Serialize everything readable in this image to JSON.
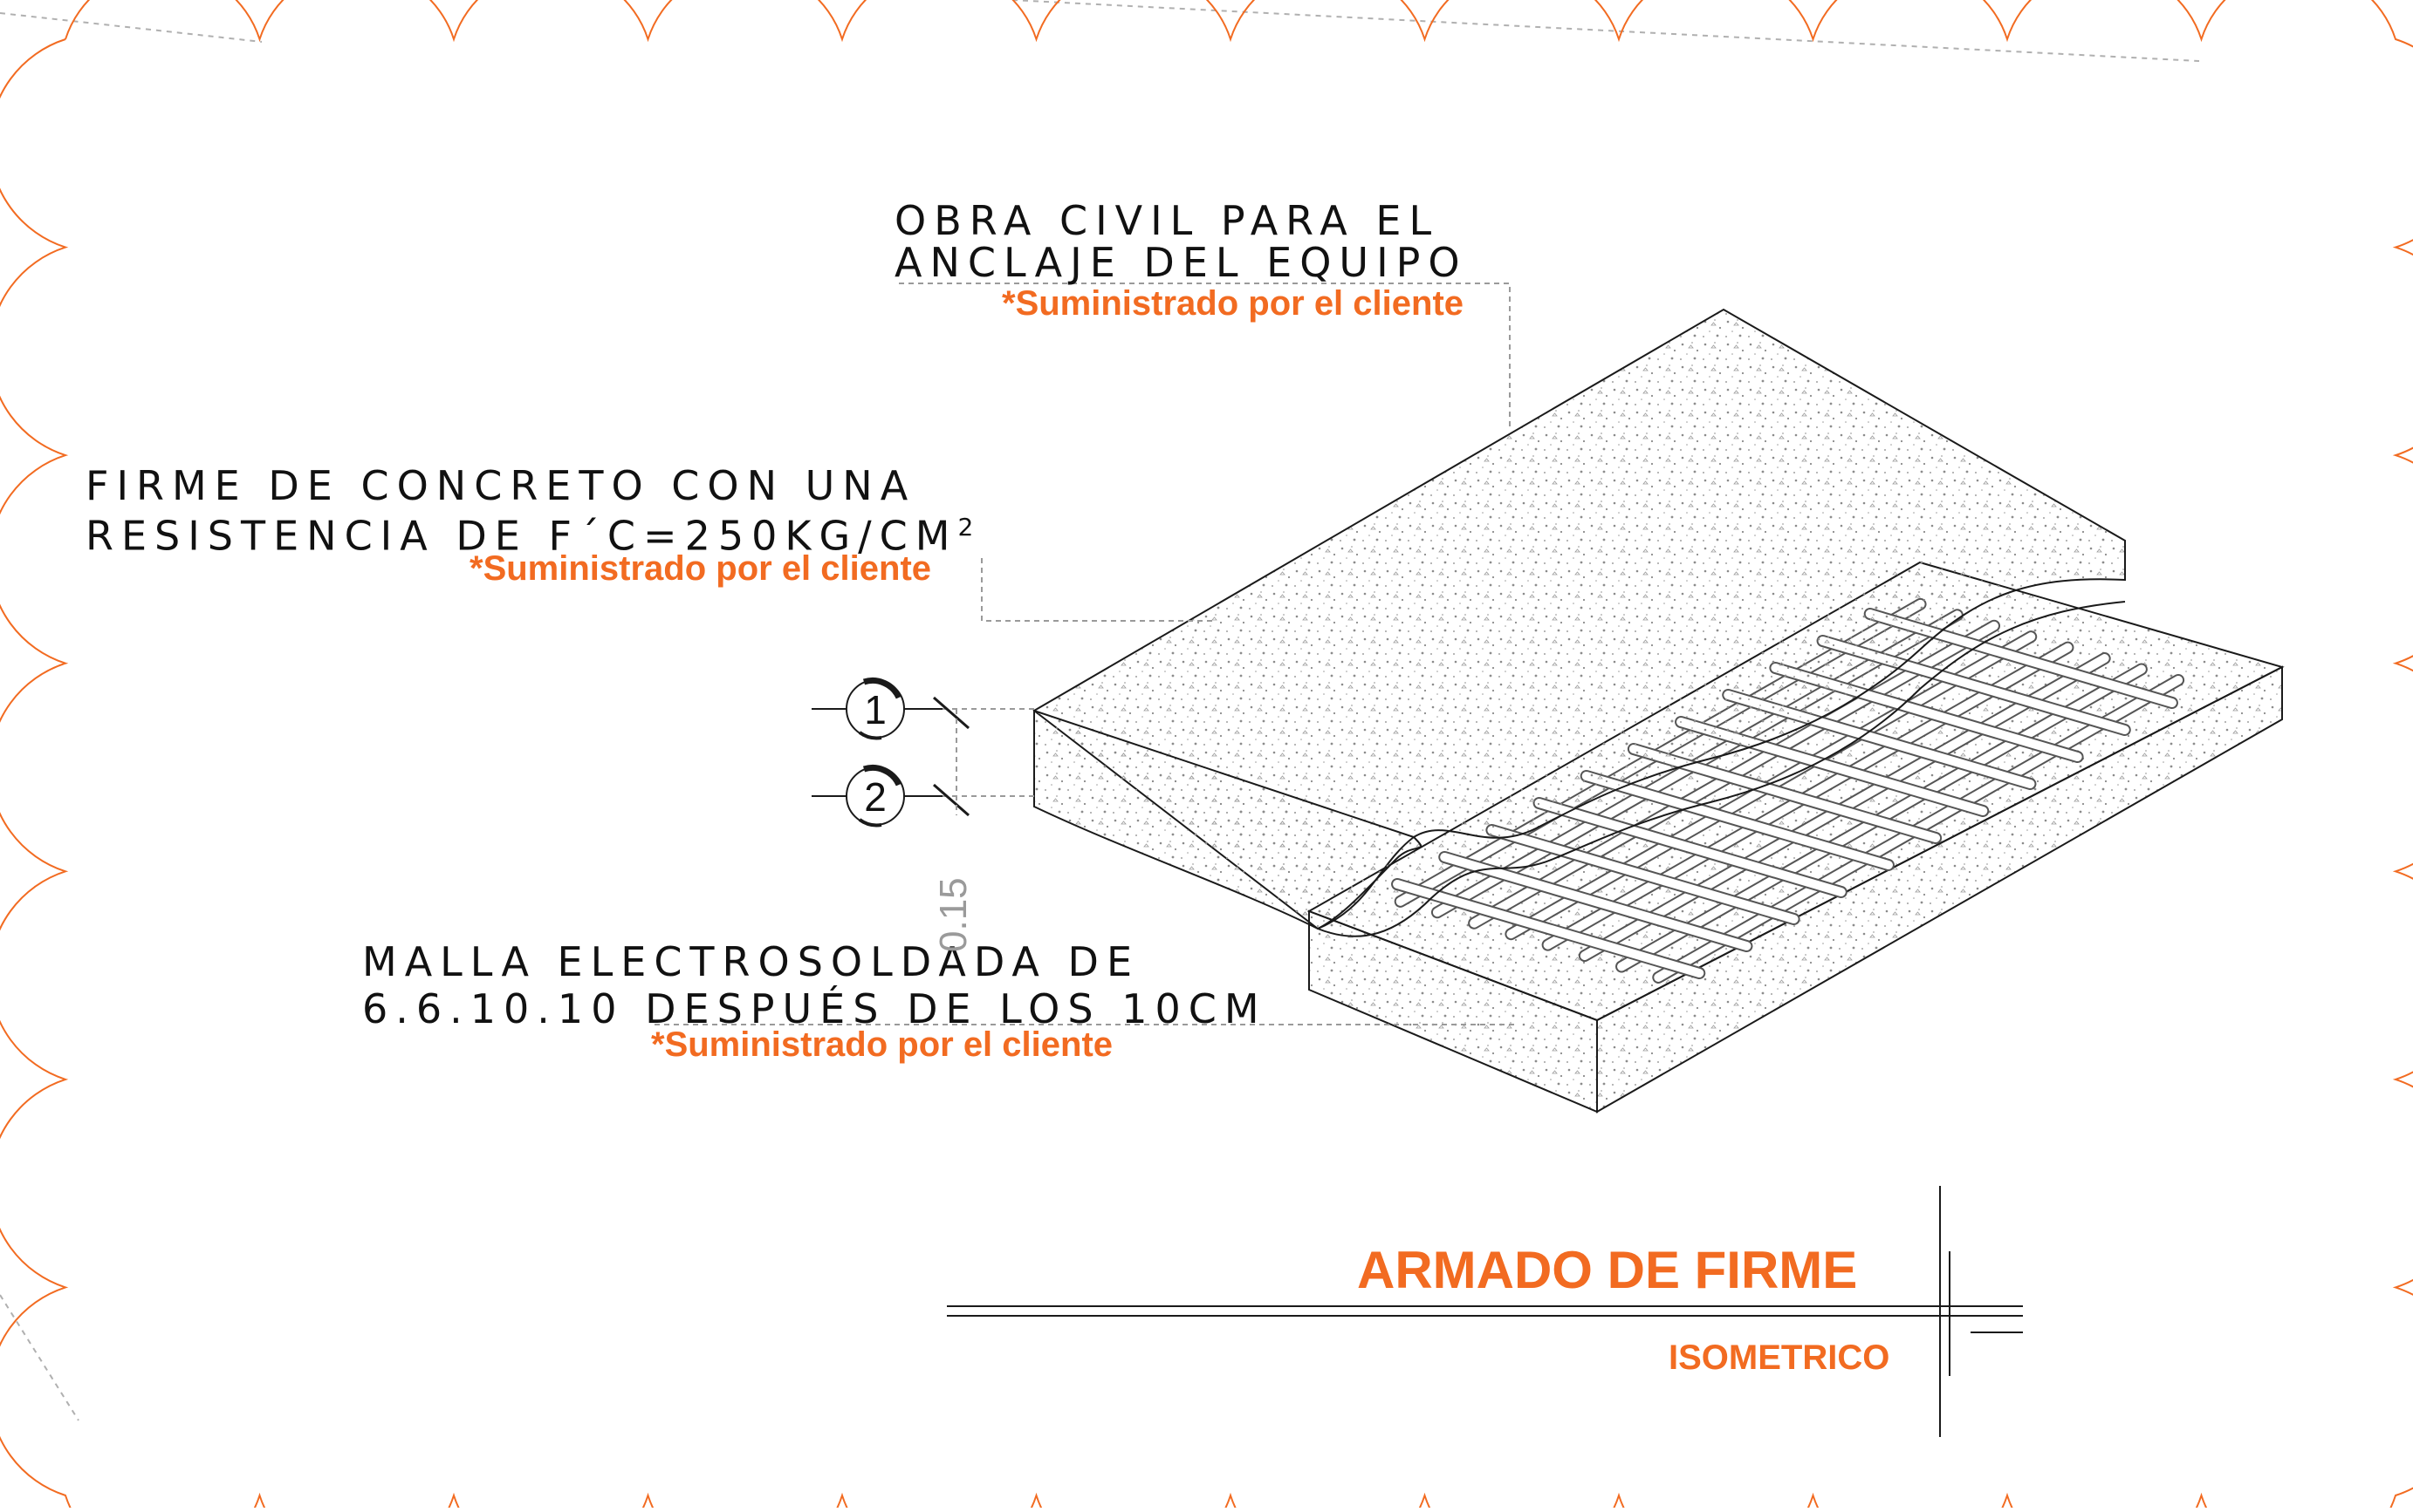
{
  "labels": {
    "obra_line1": "OBRA CIVIL PARA EL",
    "obra_line2": "ANCLAJE DEL EQUIPO",
    "obra_note": "*Suministrado por el cliente",
    "firme_line1": "FIRME DE CONCRETO CON UNA",
    "firme_line2": "RESISTENCIA DE F´C=250KG/CM",
    "firme_sup": "2",
    "firme_note": "*Suministrado por el cliente",
    "malla_line1": "MALLA ELECTROSOLDADA DE",
    "malla_line2": "6.6.10.10 DESPUÉS DE LOS 10CM",
    "malla_note": "*Suministrado por el cliente"
  },
  "bubbles": [
    "1",
    "2"
  ],
  "dimension": "0.15",
  "title": {
    "main": "ARMADO DE FIRME",
    "sub": "ISOMETRICO"
  },
  "colors": {
    "accent": "#F26B21",
    "line": "#1a1a1a",
    "dim": "#9a9a9a"
  }
}
